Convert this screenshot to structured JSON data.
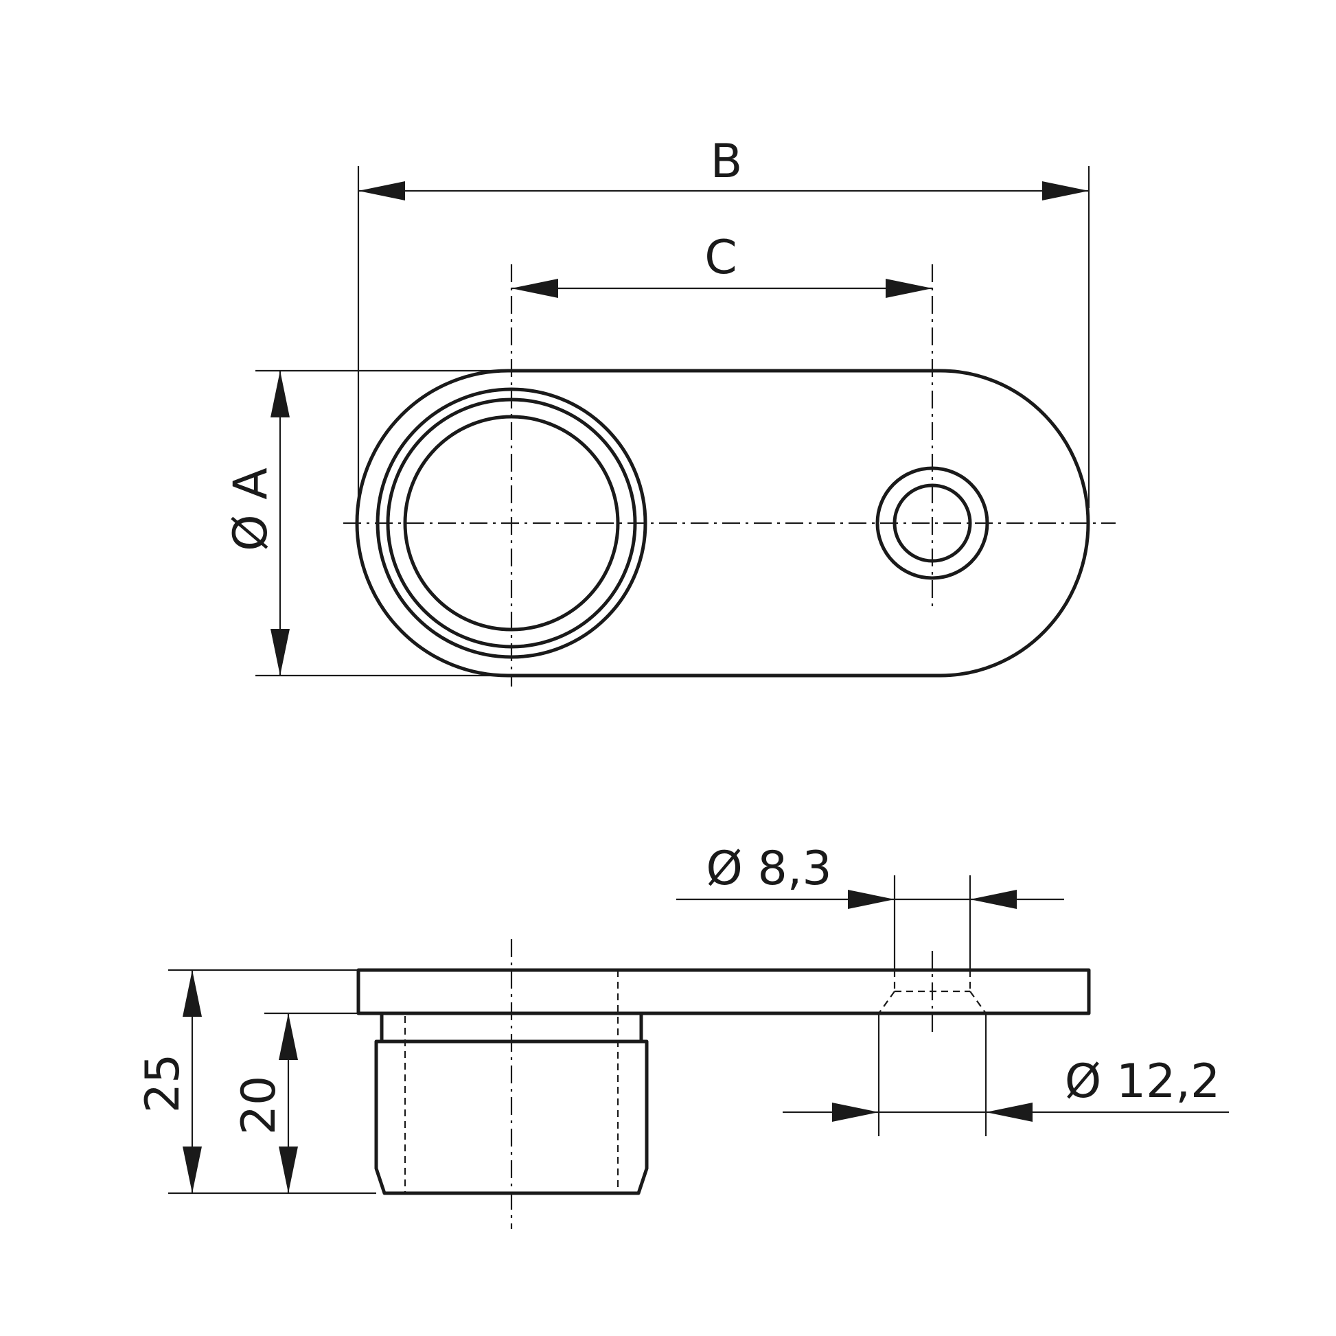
{
  "top_view": {
    "dim_b": "B",
    "dim_c": "C",
    "dim_a": "Ø A"
  },
  "side_view": {
    "dim_small_hole": "Ø 8,3",
    "dim_countersink": "Ø 12,2",
    "dim_total_height": "25",
    "dim_spigot_height": "20"
  },
  "colors": {
    "line": "#1a1a1a",
    "background": "#ffffff"
  }
}
